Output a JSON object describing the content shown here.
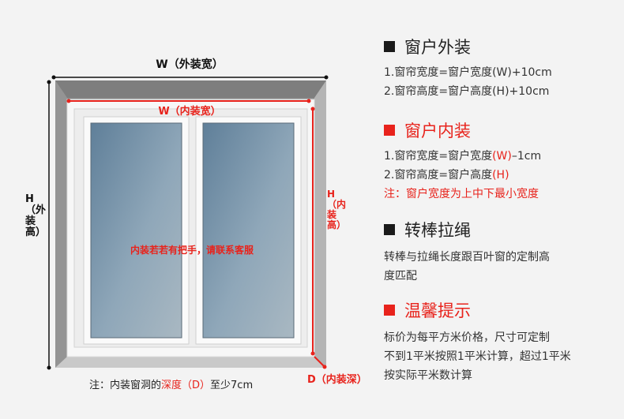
{
  "diagram": {
    "outer_width_label": "W（外装宽）",
    "outer_height_label": "H（外装高）",
    "inner_width_label": "W（内装宽）",
    "inner_height_label": "H（内装高）",
    "depth_label": "D（内装深）",
    "center_note": "内装若若有把手，请联系客服",
    "bottom_note_prefix": "注：内装窗洞的",
    "bottom_note_highlight": "深度（D）",
    "bottom_note_suffix": "至少7cm"
  },
  "sections": {
    "outer": {
      "title": "窗户外装",
      "line1": "1.窗帘宽度=窗户宽度(W)+10cm",
      "line2": "2.窗帘高度=窗户高度(H)+10cm"
    },
    "inner": {
      "title": "窗户内装",
      "line1_prefix": "1.窗帘宽度=窗户宽度",
      "line1_red": "(W)",
      "line1_suffix": "–1cm",
      "line2_prefix": "2.窗帘高度=窗户高度",
      "line2_red": "(H)",
      "note": "注：窗户宽度为上中下最小宽度"
    },
    "rod": {
      "title": "转棒拉绳",
      "line1": "转棒与拉绳长度跟百叶窗的定制高",
      "line2": "度匹配"
    },
    "tips": {
      "title": "温馨提示",
      "line1": "标价为每平方米价格，尺寸可定制",
      "line2": "不到1平米按照1平米计算，超过1平米",
      "line3": "按实际平米数计算"
    }
  },
  "colors": {
    "accent_red": "#e8231c",
    "dark": "#1a1a1a",
    "frame_gray": "#9e9e9e",
    "glass_blue": "#7b98b0"
  }
}
